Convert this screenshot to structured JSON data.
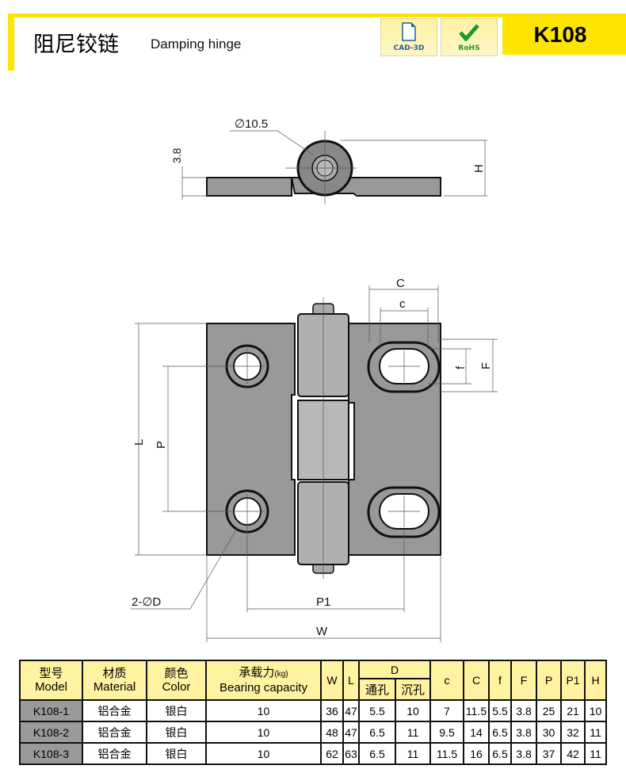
{
  "header": {
    "title_cn": "阻尼铰链",
    "title_en": "Damping hinge",
    "badge_cad": "CAD-3D",
    "badge_rohs": "RoHS",
    "code": "K108",
    "accent": "#ffe400"
  },
  "drawing": {
    "top": {
      "diameter": "∅10.5",
      "thickness": "3.8",
      "height": "H"
    },
    "front": {
      "C": "C",
      "c": "c",
      "f": "f",
      "F": "F",
      "L": "L",
      "P": "P",
      "P1": "P1",
      "W": "W",
      "hole": "2-∅D"
    }
  },
  "table": {
    "headers": {
      "model_cn": "型号",
      "model_en": "Model",
      "material_cn": "材质",
      "material_en": "Material",
      "color_cn": "颜色",
      "color_en": "Color",
      "bearing_cn": "承载力",
      "bearing_unit": "(kg)",
      "bearing_en": "Bearing capacity",
      "W": "W",
      "L": "L",
      "D": "D",
      "D_through": "通孔",
      "D_counter": "沉孔",
      "c": "c",
      "C": "C",
      "f": "f",
      "F": "F",
      "P": "P",
      "P1": "P1",
      "H": "H"
    },
    "rows": [
      [
        "K108-1",
        "铝合金",
        "银白",
        "10",
        "36",
        "47",
        "5.5",
        "10",
        "7",
        "11.5",
        "5.5",
        "3.8",
        "25",
        "21",
        "10"
      ],
      [
        "K108-2",
        "铝合金",
        "银白",
        "10",
        "48",
        "47",
        "6.5",
        "11",
        "9.5",
        "14",
        "6.5",
        "3.8",
        "30",
        "32",
        "11"
      ],
      [
        "K108-3",
        "铝合金",
        "银白",
        "10",
        "62",
        "63",
        "6.5",
        "11",
        "11.5",
        "16",
        "6.5",
        "3.8",
        "37",
        "42",
        "11"
      ]
    ]
  }
}
